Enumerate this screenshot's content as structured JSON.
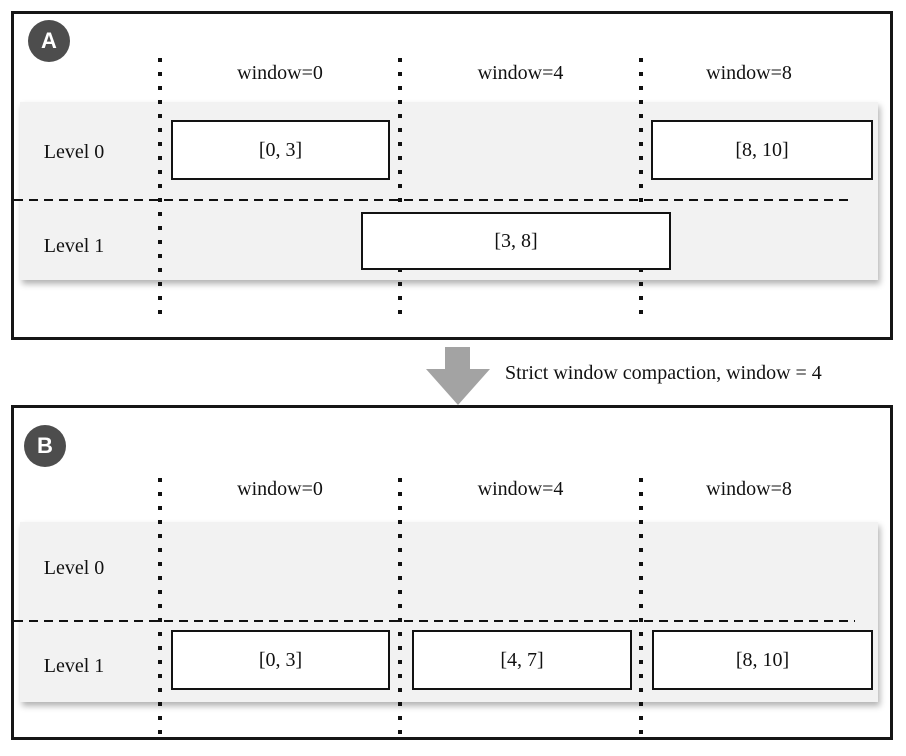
{
  "arrow": {
    "label": "Strict window compaction, window = 4"
  },
  "panels": [
    {
      "badge": "A",
      "columns": [
        "window=0",
        "window=4",
        "window=8"
      ],
      "rows": [
        {
          "label": "Level 0",
          "boxes": [
            {
              "text": "[0, 3]"
            },
            {
              "text": "[8, 10]"
            }
          ]
        },
        {
          "label": "Level 1",
          "boxes": [
            {
              "text": "[3, 8]"
            }
          ]
        }
      ]
    },
    {
      "badge": "B",
      "columns": [
        "window=0",
        "window=4",
        "window=8"
      ],
      "rows": [
        {
          "label": "Level 0",
          "boxes": []
        },
        {
          "label": "Level 1",
          "boxes": [
            {
              "text": "[0, 3]"
            },
            {
              "text": "[4, 7]"
            },
            {
              "text": "[8, 10]"
            }
          ]
        }
      ]
    }
  ],
  "colors": {
    "badge_bg": "#4d4d4d",
    "row_bg": "#f2f2f2",
    "arrow": "#a3a3a3",
    "line": "#111111",
    "panel_border": "#161616"
  }
}
